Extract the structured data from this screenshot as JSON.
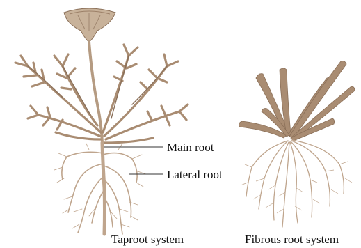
{
  "labels": {
    "main_root": "Main root",
    "lateral_root": "Lateral root"
  },
  "captions": {
    "taproot": "Taproot system",
    "fibrous": "Fibrous root system"
  },
  "colors": {
    "stem": "#b59b82",
    "leaf": "#a98c72",
    "leaf_dark": "#8a6f58",
    "flower": "#c8b29a",
    "root": "#bfa58d",
    "leader_line": "#333333"
  }
}
